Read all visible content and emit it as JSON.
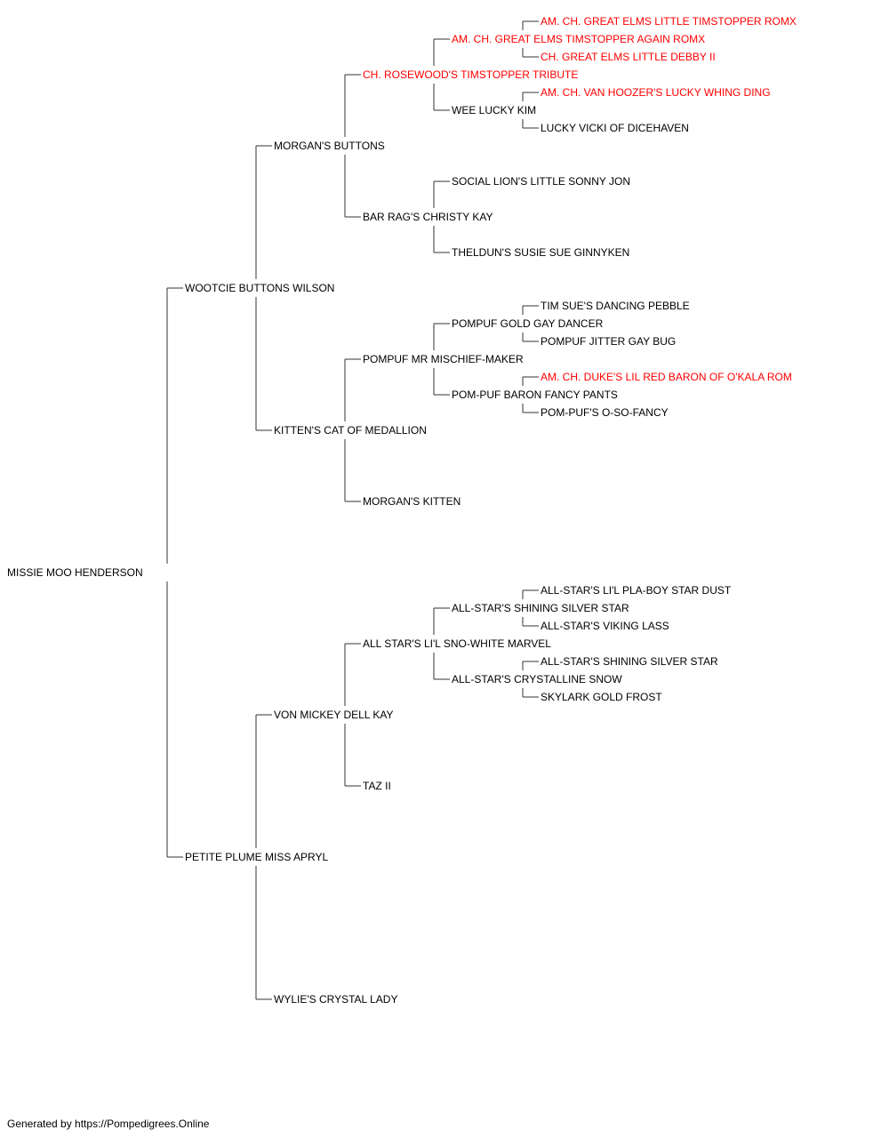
{
  "pedigree": [
    {
      "id": "subject",
      "parent": null,
      "gen": 0,
      "name": "MISSIE MOO HENDERSON",
      "champion": false
    },
    {
      "id": "s",
      "parent": "subject",
      "gen": 1,
      "name": "WOOTCIE BUTTONS WILSON",
      "champion": false
    },
    {
      "id": "d",
      "parent": "subject",
      "gen": 1,
      "name": "PETITE PLUME MISS APRYL",
      "champion": false
    },
    {
      "id": "ss",
      "parent": "s",
      "gen": 2,
      "name": "MORGAN'S BUTTONS",
      "champion": false
    },
    {
      "id": "sd",
      "parent": "s",
      "gen": 2,
      "name": "KITTEN'S CAT OF MEDALLION",
      "champion": false
    },
    {
      "id": "ds",
      "parent": "d",
      "gen": 2,
      "name": "VON MICKEY DELL KAY",
      "champion": false
    },
    {
      "id": "dd",
      "parent": "d",
      "gen": 2,
      "name": "WYLIE'S CRYSTAL LADY",
      "champion": false
    },
    {
      "id": "sss",
      "parent": "ss",
      "gen": 3,
      "name": "CH. ROSEWOOD'S TIMSTOPPER TRIBUTE",
      "champion": true
    },
    {
      "id": "ssd",
      "parent": "ss",
      "gen": 3,
      "name": "BAR RAG'S CHRISTY KAY",
      "champion": false
    },
    {
      "id": "sds",
      "parent": "sd",
      "gen": 3,
      "name": "POMPUF MR MISCHIEF-MAKER",
      "champion": false
    },
    {
      "id": "sdd",
      "parent": "sd",
      "gen": 3,
      "name": "MORGAN'S KITTEN",
      "champion": false
    },
    {
      "id": "dss",
      "parent": "ds",
      "gen": 3,
      "name": "ALL STAR'S LI'L SNO-WHITE MARVEL",
      "champion": false
    },
    {
      "id": "dsd",
      "parent": "ds",
      "gen": 3,
      "name": "TAZ II",
      "champion": false
    },
    {
      "id": "ssss",
      "parent": "sss",
      "gen": 4,
      "name": "AM. CH. GREAT ELMS TIMSTOPPER AGAIN ROMX",
      "champion": true
    },
    {
      "id": "sssd",
      "parent": "sss",
      "gen": 4,
      "name": "WEE LUCKY KIM",
      "champion": false
    },
    {
      "id": "ssds",
      "parent": "ssd",
      "gen": 4,
      "name": "SOCIAL LION'S LITTLE SONNY JON",
      "champion": false
    },
    {
      "id": "ssdd",
      "parent": "ssd",
      "gen": 4,
      "name": "THELDUN'S SUSIE SUE GINNYKEN",
      "champion": false
    },
    {
      "id": "sdss",
      "parent": "sds",
      "gen": 4,
      "name": "POMPUF GOLD GAY DANCER",
      "champion": false
    },
    {
      "id": "sdsd",
      "parent": "sds",
      "gen": 4,
      "name": "POM-PUF BARON FANCY PANTS",
      "champion": false
    },
    {
      "id": "dsss",
      "parent": "dss",
      "gen": 4,
      "name": "ALL-STAR'S SHINING SILVER STAR",
      "champion": false
    },
    {
      "id": "dssd",
      "parent": "dss",
      "gen": 4,
      "name": "ALL-STAR'S CRYSTALLINE SNOW",
      "champion": false
    },
    {
      "id": "sssss",
      "parent": "ssss",
      "gen": 5,
      "name": "AM. CH. GREAT ELMS LITTLE TIMSTOPPER ROMX",
      "champion": true
    },
    {
      "id": "ssssd",
      "parent": "ssss",
      "gen": 5,
      "name": "CH. GREAT ELMS LITTLE DEBBY II",
      "champion": true
    },
    {
      "id": "sssds",
      "parent": "sssd",
      "gen": 5,
      "name": "AM. CH. VAN HOOZER'S LUCKY WHING DING",
      "champion": true
    },
    {
      "id": "sssdd",
      "parent": "sssd",
      "gen": 5,
      "name": "LUCKY VICKI OF DICEHAVEN",
      "champion": false
    },
    {
      "id": "sdsss",
      "parent": "sdss",
      "gen": 5,
      "name": "TIM SUE'S DANCING PEBBLE",
      "champion": false
    },
    {
      "id": "sdssd",
      "parent": "sdss",
      "gen": 5,
      "name": "POMPUF JITTER GAY BUG",
      "champion": false
    },
    {
      "id": "sdsds",
      "parent": "sdsd",
      "gen": 5,
      "name": "AM. CH. DUKE'S LIL RED BARON OF O'KALA ROM",
      "champion": true
    },
    {
      "id": "sdsdd",
      "parent": "sdsd",
      "gen": 5,
      "name": "POM-PUF'S O-SO-FANCY",
      "champion": false
    },
    {
      "id": "dssss",
      "parent": "dsss",
      "gen": 5,
      "name": "ALL-STAR'S LI'L PLA-BOY STAR DUST",
      "champion": false
    },
    {
      "id": "dsssd",
      "parent": "dsss",
      "gen": 5,
      "name": "ALL-STAR'S VIKING LASS",
      "champion": false
    },
    {
      "id": "dssds",
      "parent": "dssd",
      "gen": 5,
      "name": "ALL-STAR'S SHINING SILVER STAR",
      "champion": false
    },
    {
      "id": "dssdd",
      "parent": "dssd",
      "gen": 5,
      "name": "SKYLARK GOLD FROST",
      "champion": false
    }
  ],
  "colors": {
    "champion": "#ff0000",
    "normal": "#000000",
    "connector": "#333333"
  },
  "footer": {
    "text": "Generated by https://Pompedigrees.Online"
  }
}
